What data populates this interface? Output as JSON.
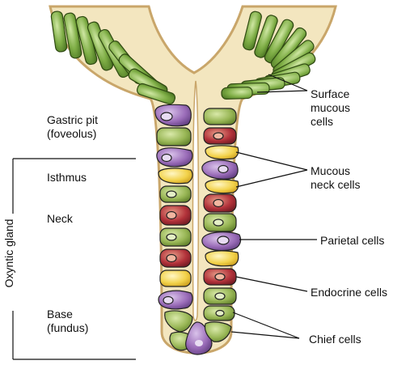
{
  "left_labels": {
    "gastric_pit": [
      "Gastric pit",
      "(foveolus)"
    ],
    "isthmus": "Isthmus",
    "neck": "Neck",
    "base": [
      "Base",
      "(fundus)"
    ],
    "oxyntic_gland": "Oxyntic gland"
  },
  "right_labels": {
    "surface_mucous": [
      "Surface",
      "mucous",
      "cells"
    ],
    "mucous_neck": [
      "Mucous",
      "neck cells"
    ],
    "parietal": "Parietal cells",
    "endocrine": "Endocrine cells",
    "chief": "Chief cells"
  },
  "colors": {
    "surface_mucous": "#6f9a3a",
    "surface_mucous_light": "#b9d98a",
    "mucous_neck": "#f2d24a",
    "parietal": "#9a6cb8",
    "endocrine": "#b2323a",
    "chief": "#8aa84a",
    "tissue_fill": "#f3e6bf",
    "tissue_edge": "#c9a66a"
  }
}
